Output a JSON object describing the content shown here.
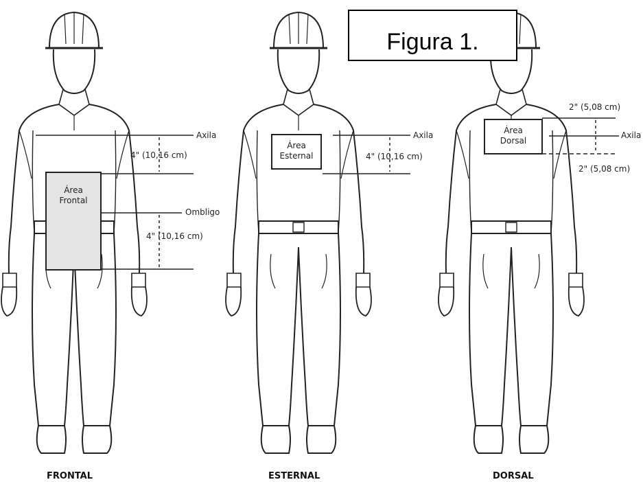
{
  "title": "Figura 1.",
  "views": [
    {
      "caption": "FRONTAL",
      "area_label": [
        "Área",
        "Frontal"
      ],
      "lines": [
        {
          "label": "Axila"
        },
        {
          "label": "4\" (10,16 cm)"
        },
        {
          "label": "Ombligo"
        },
        {
          "label": "4\" (10,16 cm)"
        }
      ]
    },
    {
      "caption": "ESTERNAL",
      "area_label": [
        "Área",
        "Esternal"
      ],
      "lines": [
        {
          "label": "Axila"
        },
        {
          "label": "4\" (10,16 cm)"
        }
      ]
    },
    {
      "caption": "DORSAL",
      "area_label": [
        "Área",
        "Dorsal"
      ],
      "lines": [
        {
          "label": "2\" (5,08 cm)"
        },
        {
          "label": "Axila"
        },
        {
          "label": "2\" (5,08 cm)"
        }
      ]
    }
  ],
  "colors": {
    "ink": "#222222",
    "frontal_fill": "#e4e4e4"
  }
}
